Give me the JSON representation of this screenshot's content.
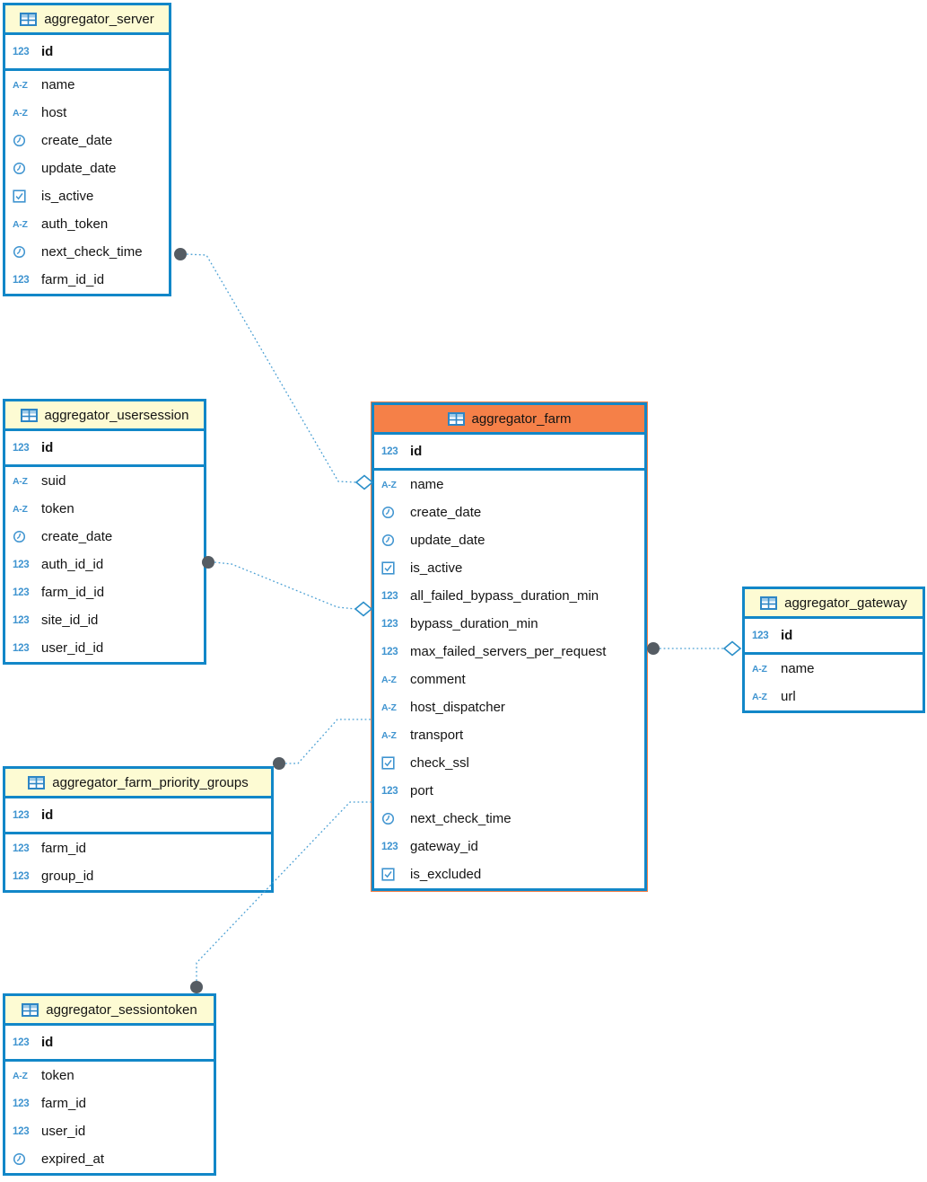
{
  "diagram": {
    "colors": {
      "table_border": "#1287C8",
      "header_bg": "#FDFBD3",
      "selected_header_bg": "#F58048",
      "icon_blue": "#3F94D0",
      "relation_line": "#4BA0D4",
      "endpoint_dot": "#555C63",
      "diamond_fill": "#FFFFFF",
      "text": "#141414"
    },
    "icon_glyphs": {
      "numeric_icon": "123",
      "text_icon": "A-Z"
    },
    "tables": [
      {
        "id": "aggregator_server",
        "title": "aggregator_server",
        "selected": false,
        "primary_key": {
          "icon": "numeric",
          "name": "id"
        },
        "columns": [
          {
            "icon": "text",
            "name": "name"
          },
          {
            "icon": "text",
            "name": "host"
          },
          {
            "icon": "datetime",
            "name": "create_date"
          },
          {
            "icon": "datetime",
            "name": "update_date"
          },
          {
            "icon": "boolean",
            "name": "is_active"
          },
          {
            "icon": "text",
            "name": "auth_token"
          },
          {
            "icon": "datetime",
            "name": "next_check_time"
          },
          {
            "icon": "numeric",
            "name": "farm_id_id"
          }
        ]
      },
      {
        "id": "aggregator_usersession",
        "title": "aggregator_usersession",
        "selected": false,
        "primary_key": {
          "icon": "numeric",
          "name": "id"
        },
        "columns": [
          {
            "icon": "text",
            "name": "suid"
          },
          {
            "icon": "text",
            "name": "token"
          },
          {
            "icon": "datetime",
            "name": "create_date"
          },
          {
            "icon": "numeric",
            "name": "auth_id_id"
          },
          {
            "icon": "numeric",
            "name": "farm_id_id"
          },
          {
            "icon": "numeric",
            "name": "site_id_id"
          },
          {
            "icon": "numeric",
            "name": "user_id_id"
          }
        ]
      },
      {
        "id": "aggregator_farm",
        "title": "aggregator_farm",
        "selected": true,
        "primary_key": {
          "icon": "numeric",
          "name": "id"
        },
        "columns": [
          {
            "icon": "text",
            "name": "name"
          },
          {
            "icon": "datetime",
            "name": "create_date"
          },
          {
            "icon": "datetime",
            "name": "update_date"
          },
          {
            "icon": "boolean",
            "name": "is_active"
          },
          {
            "icon": "numeric",
            "name": "all_failed_bypass_duration_min"
          },
          {
            "icon": "numeric",
            "name": "bypass_duration_min"
          },
          {
            "icon": "numeric",
            "name": "max_failed_servers_per_request"
          },
          {
            "icon": "text",
            "name": "comment"
          },
          {
            "icon": "text",
            "name": "host_dispatcher"
          },
          {
            "icon": "text",
            "name": "transport"
          },
          {
            "icon": "boolean",
            "name": "check_ssl"
          },
          {
            "icon": "numeric",
            "name": "port"
          },
          {
            "icon": "datetime",
            "name": "next_check_time"
          },
          {
            "icon": "numeric",
            "name": "gateway_id"
          },
          {
            "icon": "boolean",
            "name": "is_excluded"
          }
        ]
      },
      {
        "id": "aggregator_gateway",
        "title": "aggregator_gateway",
        "selected": false,
        "primary_key": {
          "icon": "numeric",
          "name": "id"
        },
        "columns": [
          {
            "icon": "text",
            "name": "name"
          },
          {
            "icon": "text",
            "name": "url"
          }
        ]
      },
      {
        "id": "aggregator_farm_priority_groups",
        "title": "aggregator_farm_priority_groups",
        "selected": false,
        "primary_key": {
          "icon": "numeric",
          "name": "id"
        },
        "columns": [
          {
            "icon": "numeric",
            "name": "farm_id"
          },
          {
            "icon": "numeric",
            "name": "group_id"
          }
        ]
      },
      {
        "id": "aggregator_sessiontoken",
        "title": "aggregator_sessiontoken",
        "selected": false,
        "primary_key": {
          "icon": "numeric",
          "name": "id"
        },
        "columns": [
          {
            "icon": "text",
            "name": "token"
          },
          {
            "icon": "numeric",
            "name": "farm_id"
          },
          {
            "icon": "numeric",
            "name": "user_id"
          },
          {
            "icon": "datetime",
            "name": "expired_at"
          }
        ]
      }
    ],
    "relations": [
      {
        "id": "server-farm",
        "from": "aggregator_server",
        "to": "aggregator_farm",
        "from_marker": "dot",
        "to_marker": "diamond"
      },
      {
        "id": "usersession-farm",
        "from": "aggregator_usersession",
        "to": "aggregator_farm",
        "from_marker": "dot",
        "to_marker": "diamond"
      },
      {
        "id": "farm-gateway",
        "from": "aggregator_farm",
        "to": "aggregator_gateway",
        "from_marker": "dot",
        "to_marker": "diamond"
      },
      {
        "id": "priority-farm",
        "from": "aggregator_farm_priority_groups",
        "to": "aggregator_farm",
        "from_marker": "dot",
        "to_marker": "none"
      },
      {
        "id": "sessiontoken-farm",
        "from": "aggregator_sessiontoken",
        "to": "aggregator_farm",
        "from_marker": "dot",
        "to_marker": "none"
      }
    ]
  }
}
